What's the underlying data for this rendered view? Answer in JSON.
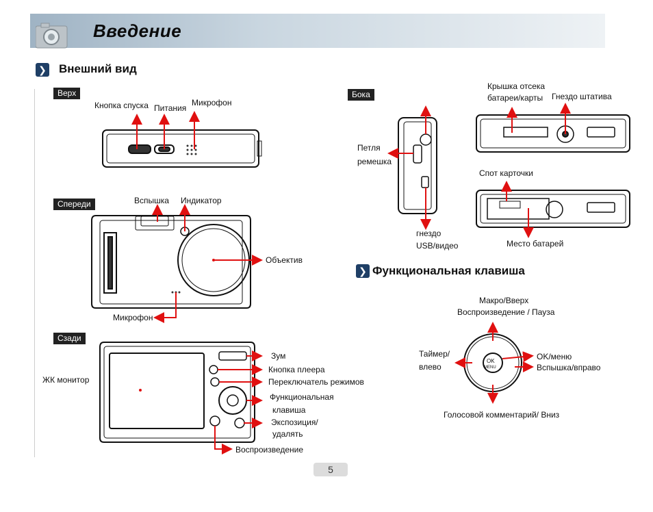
{
  "header": {
    "title": "Введение"
  },
  "section_appearance": {
    "title": "Внешний вид"
  },
  "section_function_key": {
    "title": "Функциональная клавиша"
  },
  "top_view": {
    "tag": "Верх",
    "labels": {
      "shutter": "Кнопка спуска",
      "power": "Питания",
      "microphone": "Микрофон"
    }
  },
  "front_view": {
    "tag": "Спереди",
    "labels": {
      "flash": "Вспышка",
      "indicator": "Индикатор",
      "lens": "Объектив",
      "microphone": "Микрофон"
    }
  },
  "back_view": {
    "tag": "Сзади",
    "labels": {
      "lcd": "ЖК монитор",
      "zoom": "Зум",
      "player_button": "Кнопка плеера",
      "mode_switch": "Переключатель режимов",
      "function_key_1": "Функциональная",
      "function_key_2": "клавиша",
      "exposure_1": "Экспозиция/",
      "exposure_2": "удалять",
      "playback": "Воспроизведение"
    }
  },
  "side_view": {
    "tag": "Бока",
    "labels": {
      "strap_1": "Петля",
      "strap_2": "ремешка",
      "usb_1": "гнездо",
      "usb_2": "USB/видео",
      "battery_cover_1": "Крышка отсека",
      "battery_cover_2": "батареи/карты",
      "tripod": "Гнездо штатива",
      "card_slot": "Спот карточки",
      "battery_place": "Место батарей"
    }
  },
  "function_key": {
    "labels": {
      "macro_1": "Макро/Вверх",
      "macro_2": "Воспроизведение / Пауза",
      "timer_1": "Таймер/",
      "timer_2": "влево",
      "ok_menu": "OK/меню",
      "flash_right": "Вспышка/вправо",
      "voice_down": "Голосовой комментарий/ Вниз"
    }
  },
  "footer": {
    "page_number": "5"
  },
  "colors": {
    "arrow": "#e01010",
    "header_bar": "#b8c8d6",
    "chevron": "#1f3f66"
  }
}
